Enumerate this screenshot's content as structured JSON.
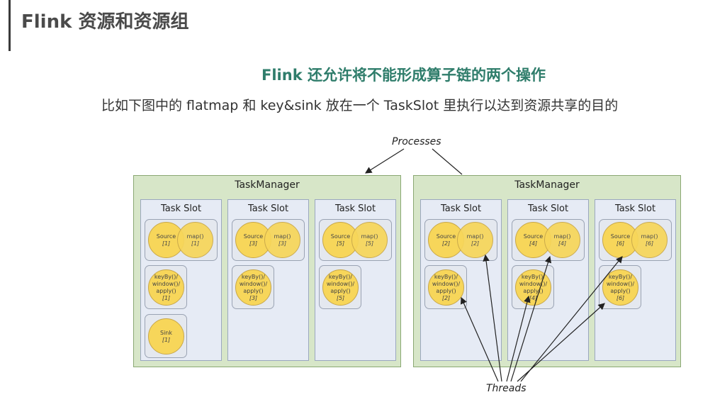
{
  "page": {
    "title": "Flink 资源和资源组",
    "headline": "Flink 还允许将不能形成算子链的两个操作",
    "subline": "比如下图中的 flatmap 和 key&sink 放在一个 TaskSlot 里执行以达到资源共享的目的"
  },
  "diagram": {
    "processes_label": "Processes",
    "threads_label": "Threads",
    "task_managers": [
      {
        "label": "TaskManager",
        "slots": [
          {
            "label": "Task Slot",
            "source": {
              "name": "Source",
              "idx": "[1]"
            },
            "map": {
              "name": "map()",
              "idx": "[1]"
            },
            "keyby": {
              "l1": "keyBy()/",
              "l2": "window()/",
              "l3": "apply()",
              "idx": "[1]"
            },
            "sink": {
              "name": "Sink",
              "idx": "[1]"
            }
          },
          {
            "label": "Task Slot",
            "source": {
              "name": "Source",
              "idx": "[3]"
            },
            "map": {
              "name": "map()",
              "idx": "[3]"
            },
            "keyby": {
              "l1": "keyBy()/",
              "l2": "window()/",
              "l3": "apply()",
              "idx": "[3]"
            }
          },
          {
            "label": "Task Slot",
            "source": {
              "name": "Source",
              "idx": "[5]"
            },
            "map": {
              "name": "map()",
              "idx": "[5]"
            },
            "keyby": {
              "l1": "keyBy()/",
              "l2": "window()/",
              "l3": "apply()",
              "idx": "[5]"
            }
          }
        ]
      },
      {
        "label": "TaskManager",
        "slots": [
          {
            "label": "Task Slot",
            "source": {
              "name": "Source",
              "idx": "[2]"
            },
            "map": {
              "name": "map()",
              "idx": "[2]"
            },
            "keyby": {
              "l1": "keyBy()/",
              "l2": "window()/",
              "l3": "apply()",
              "idx": "[2]"
            }
          },
          {
            "label": "Task Slot",
            "source": {
              "name": "Source",
              "idx": "[4]"
            },
            "map": {
              "name": "map()",
              "idx": "[4]"
            },
            "keyby": {
              "l1": "keyBy()/",
              "l2": "window()/",
              "l3": "apply()",
              "idx": "[4]"
            }
          },
          {
            "label": "Task Slot",
            "source": {
              "name": "Source",
              "idx": "[6]"
            },
            "map": {
              "name": "map()",
              "idx": "[6]"
            },
            "keyby": {
              "l1": "keyBy()/",
              "l2": "window()/",
              "l3": "apply()",
              "idx": "[6]"
            }
          }
        ]
      }
    ]
  },
  "colors": {
    "headline": "#2f7d6b",
    "task_manager_bg": "#d7e6c8",
    "task_slot_bg": "#e6ebf5",
    "operator_fill": "#f7d65a"
  }
}
